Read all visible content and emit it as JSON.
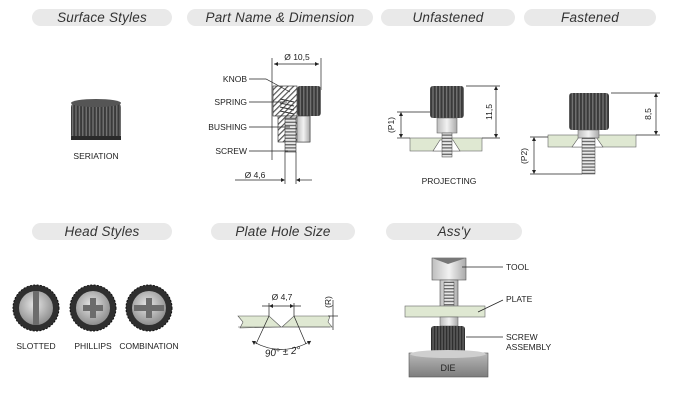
{
  "sections": {
    "surface_styles": "Surface Styles",
    "part_name_dimension": "Part Name & Dimension",
    "unfastened": "Unfastened",
    "fastened": "Fastened",
    "head_styles": "Head Styles",
    "plate_hole_size": "Plate Hole Size",
    "assy": "Ass'y"
  },
  "surface": {
    "label": "SERIATION"
  },
  "part": {
    "callouts": [
      "KNOB",
      "SPRING",
      "BUSHING",
      "SCREW"
    ],
    "dim_top": "Ø 10,5",
    "dim_bottom": "Ø 4,6"
  },
  "unfastened": {
    "height": "11,5",
    "p1": "(P1)",
    "label": "PROJECTING"
  },
  "fastened": {
    "height": "8,5",
    "p2": "(P2)"
  },
  "head_styles": {
    "slotted": "SLOTTED",
    "phillips": "PHILLIPS",
    "combination": "COMBINATION"
  },
  "plate_hole": {
    "diameter": "Ø 4,7",
    "r": "(R)",
    "angle": "90° ± 2°"
  },
  "assy": {
    "tool": "TOOL",
    "plate": "PLATE",
    "screw_line1": "SCREW",
    "screw_line2": "ASSEMBLY",
    "die": "DIE"
  },
  "colors": {
    "pill_bg": "#e9e9e9",
    "plate_green": "#dfe8d2",
    "knob_dark": "#3b3b3b",
    "die_gray": "#9a9a9a"
  }
}
